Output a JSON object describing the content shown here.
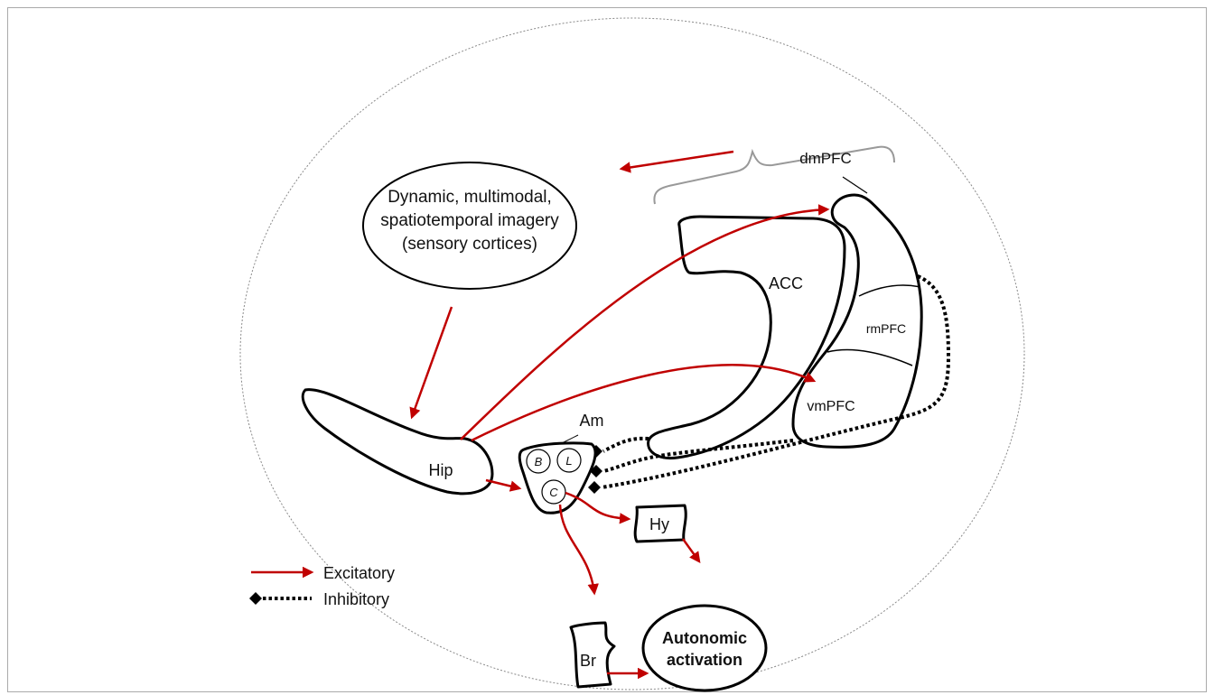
{
  "imagery": {
    "line1": "Dynamic, multimodal,",
    "line2": "spatiotemporal imagery",
    "line3": "(sensory cortices)"
  },
  "regions": {
    "dmPFC": "dmPFC",
    "ACC": "ACC",
    "rmPFC": "rmPFC",
    "vmPFC": "vmPFC",
    "Hip": "Hip",
    "Am": "Am",
    "B": "B",
    "L": "L",
    "C": "C",
    "Hy": "Hy",
    "Br": "Br"
  },
  "autonomic": {
    "line1": "Autonomic",
    "line2": "activation"
  },
  "legend": {
    "excitatory": "Excitatory",
    "inhibitory": "Inhibitory"
  },
  "colors": {
    "excitatory": "#c00000",
    "inhibitory": "#000000",
    "brace": "#999999",
    "frame": "#aaaaaa"
  }
}
